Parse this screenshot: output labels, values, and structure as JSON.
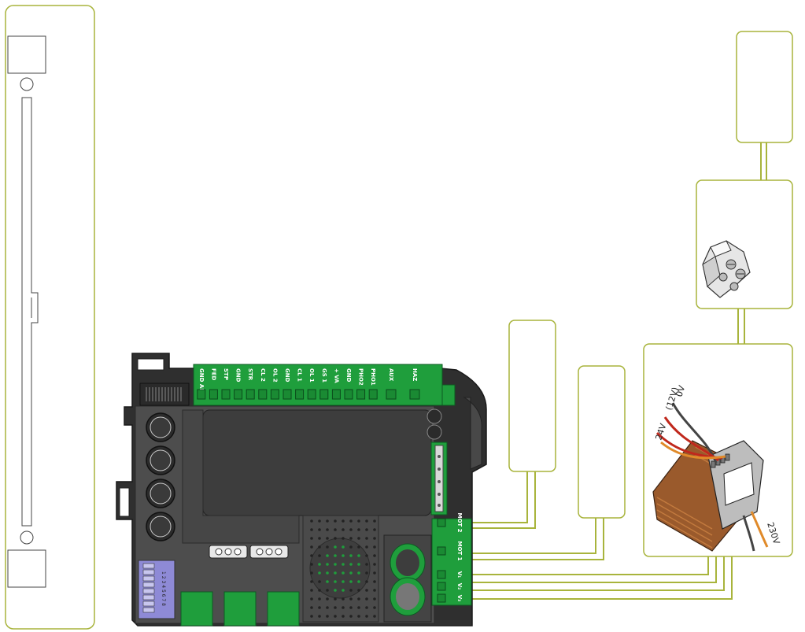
{
  "colors": {
    "outline": "#a8b43c",
    "terminal_green": "#1f9e3c",
    "board_dark": "#3a3a3a",
    "board_mid": "#555555",
    "dip_switch": "#8e8ad6",
    "wire_red": "#c0281c",
    "wire_orange": "#e08a2a",
    "transformer_core": "#9a5a2c"
  },
  "top_terminals": [
    "GND ANT",
    "FED",
    "STP",
    "GND",
    "STR",
    "CL 2",
    "OL 2",
    "GND",
    "CL 1",
    "OL 1",
    "GS 1",
    "+ VA",
    "GND",
    "PHO2",
    "PHO1",
    "AUX",
    "HAZ"
  ],
  "side_terminals": [
    "MOT 2",
    "MOT 1",
    "V₁",
    "V₂",
    "V₃"
  ],
  "transformer": {
    "wire_0v": "0V",
    "wire_12v": "(12V)",
    "wire_24v": "24V",
    "mains": "230V"
  },
  "dip_switch_numbers": "1 2 3 4 5 6 7 8"
}
